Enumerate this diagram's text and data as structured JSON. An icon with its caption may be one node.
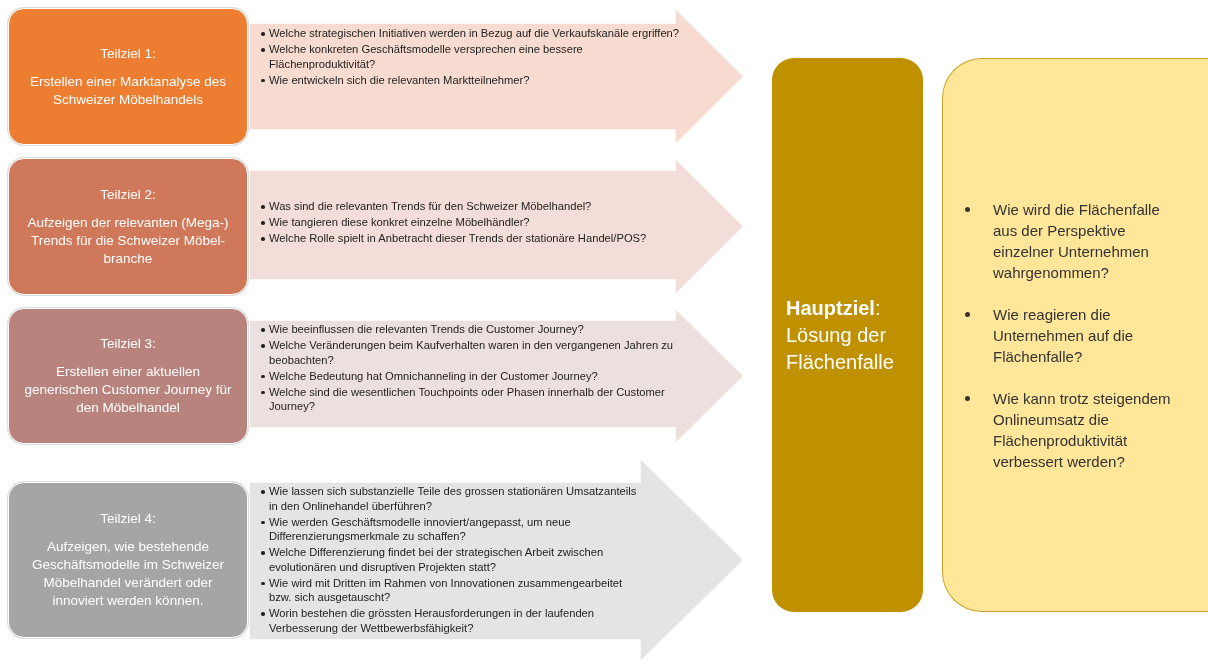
{
  "diagram": {
    "nodes": [
      {
        "text": [
          "Teilziel 1:",
          "Erstellen einer Marktanalyse des Schweizer Möbelhandels"
        ]
      },
      {
        "text": [
          "Welche strategischen Initiativen werden in Bezug auf die Verkaufskanäle ergriffen?",
          "Welche konkreten Geschäftsmodelle versprechen eine bessere Flächenproduktivität?",
          "Wie entwickeln sich die relevanten Marktteilnehmer?"
        ]
      },
      {
        "text": [
          "Teilziel 2:",
          "Aufzeigen der relevanten (Mega-) Trends für die Schweizer Möbel-branche"
        ]
      },
      {
        "text": [
          "Was sind die relevanten Trends für den Schweizer Möbelhandel?",
          "Wie tangieren diese konkret einzelne Möbelhändler?",
          "Welche Rolle spielt in Anbetracht dieser Trends der stationäre Handel/POS?"
        ]
      },
      {
        "text": [
          "Teilziel 3:",
          "Erstellen einer aktuellen generischen Customer Journey für den Möbelhandel"
        ]
      },
      {
        "text": [
          "Wie beeinflussen die relevanten Trends die Customer Journey?",
          "Welche Veränderungen beim Kaufverhalten waren in den vergangenen Jahren zu beobachten?",
          "Welche Bedeutung hat Omnichanneling in der Customer Journey?",
          "Welche sind die wesentlichen Touchpoints oder Phasen innerhalb der Customer Journey?"
        ]
      },
      {
        "text": [
          "Teilziel 4:",
          "Aufzeigen, wie bestehende Geschäftsmodelle im Schweizer Möbelhandel verändert oder innoviert werden können."
        ]
      },
      {
        "text": [
          "Wie lassen sich substanzielle Teile des grossen stationären Umsatzanteils in den Onlinehandel überführen?",
          "Wie werden Geschäftsmodelle innoviert/angepasst, um neue Differenzierungsmerkmale zu schaffen?",
          "Welche Differenzierung findet bei der strategischen Arbeit zwischen evolutionären und disruptiven Projekten statt?",
          "Wie wird mit Dritten im Rahmen von Innovationen zusammengearbeitet bzw. sich ausgetauscht?",
          "Worin bestehen die grössten Herausforderungen in der laufenden Verbesserung der Wettbewerbsfähigkeit?"
        ]
      },
      {
        "text": [
          "**Hauptziel**: Lösung der Flächenfalle"
        ]
      },
      {
        "text": [
          "Wie wird die Flächenfalle aus der Perspektive einzelner Unternehmen wahrgenommen?",
          "Wie reagieren die Unternehmen auf die Flächenfalle?",
          "Wie kann trotz steigendem Onlineumsatz die Flächenproduktivität verbessert werden?"
        ]
      }
    ]
  }
}
